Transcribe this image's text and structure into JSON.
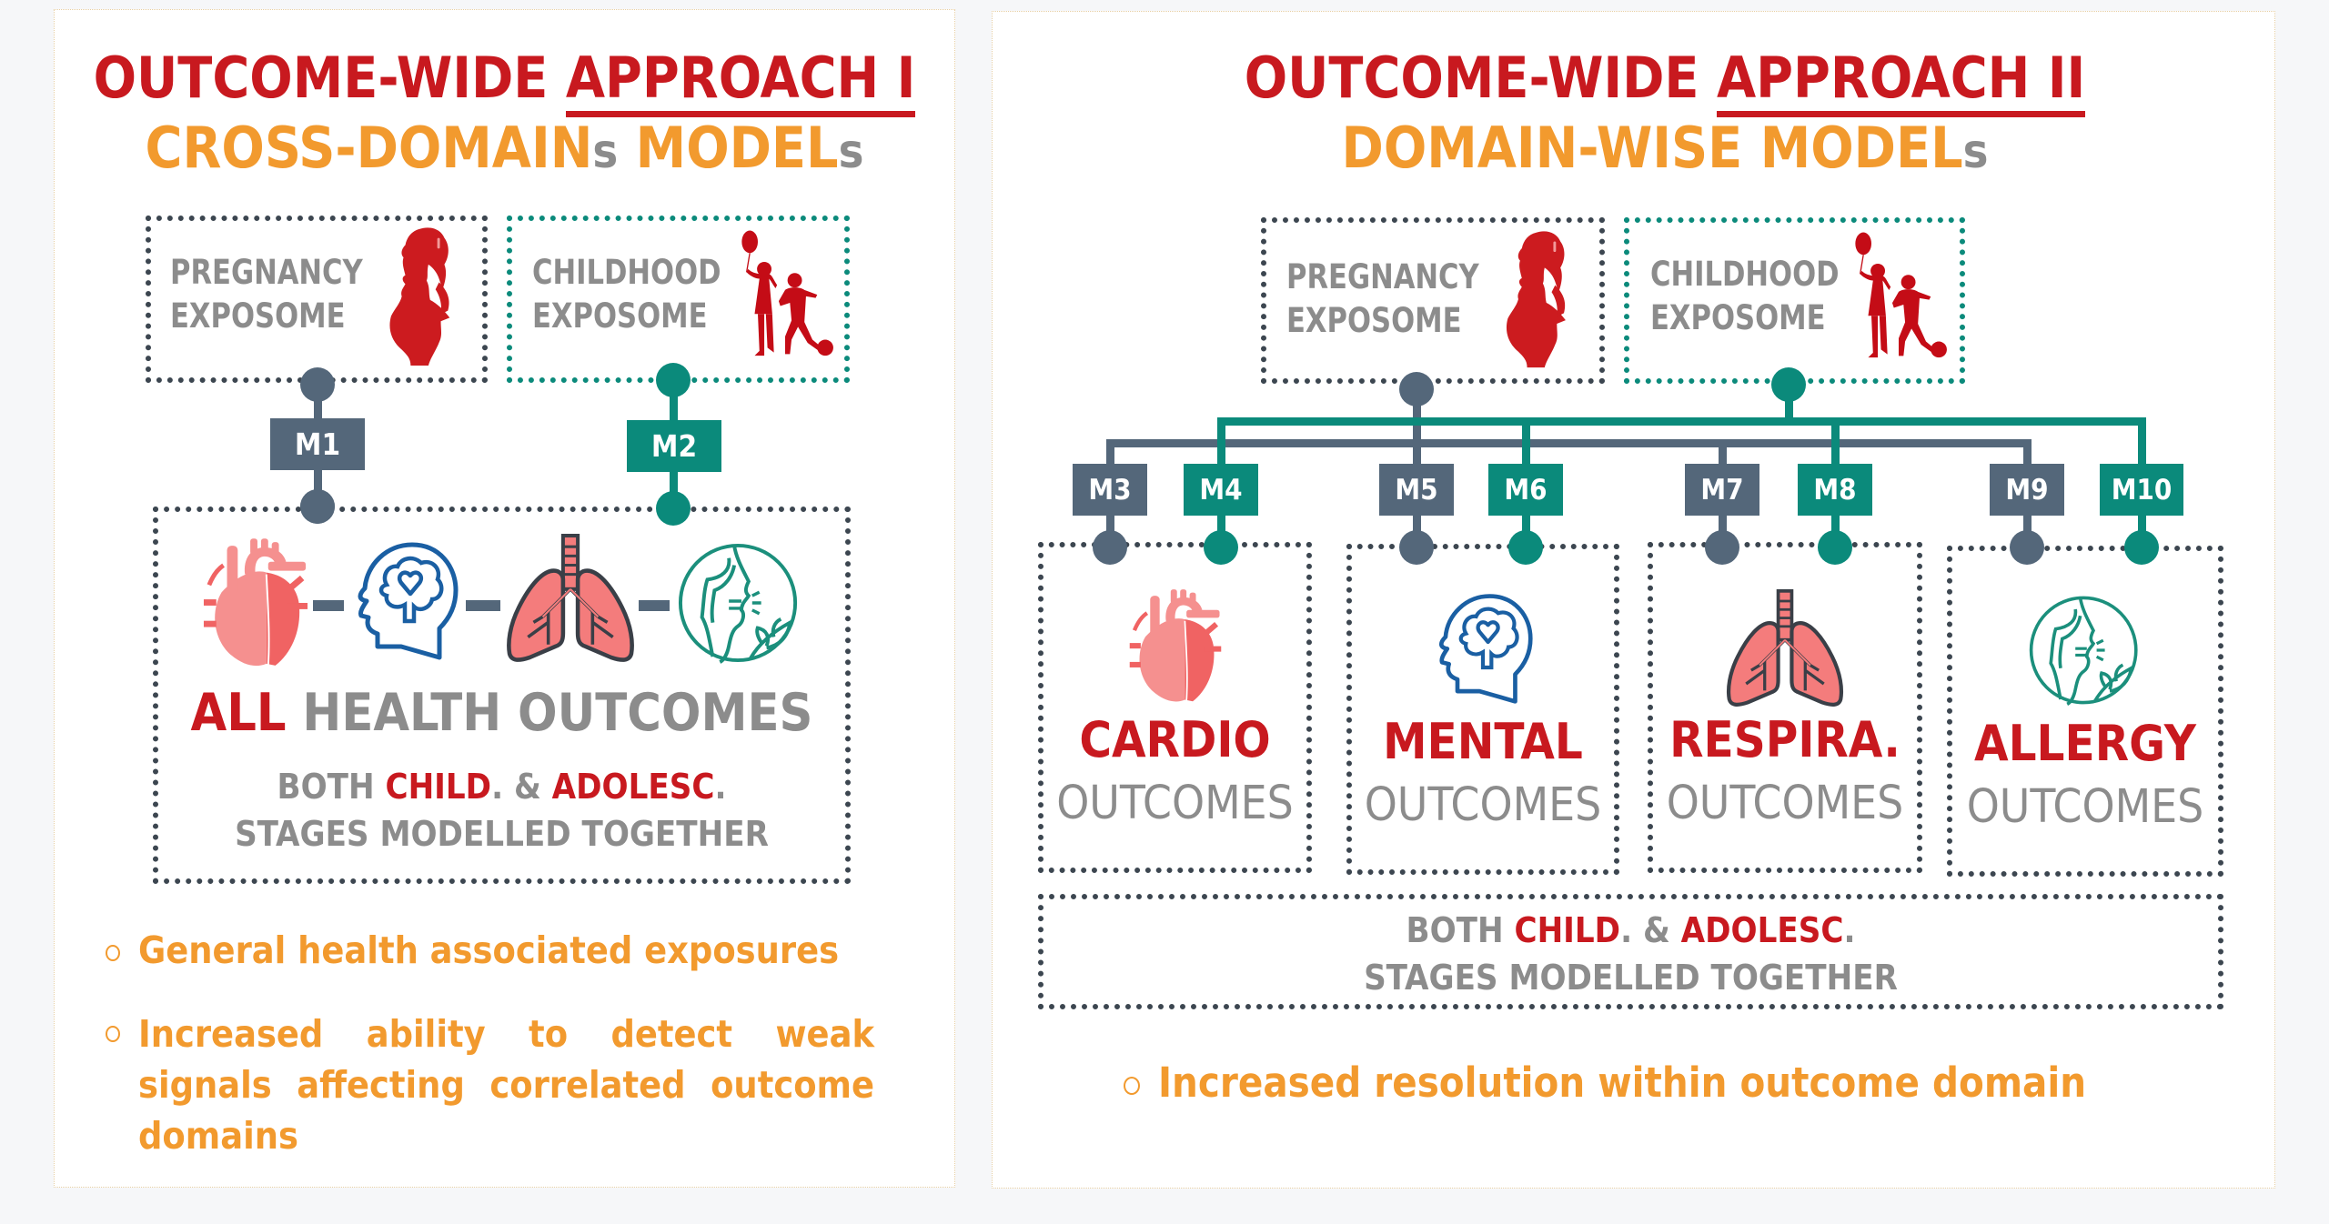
{
  "colors": {
    "title_red": "#c8191f",
    "accent_orange": "#f29a2e",
    "text_gray": "#8c8c8c",
    "pregnancy_slate": "#54677a",
    "childhood_teal": "#0b8a7b",
    "dotted_border": "#3c4650"
  },
  "approach1": {
    "title_prefix": "OUTCOME-WIDE ",
    "title_underlined": "APPROACH I",
    "subtitle_parts": [
      "CROSS-DOMAIN",
      "s",
      " MODEL",
      "s"
    ],
    "exposomes": [
      {
        "line1": "PREGNANCY",
        "line2": "EXPOSOME",
        "icon": "pregnant-woman-icon"
      },
      {
        "line1": "CHILDHOOD",
        "line2": "EXPOSOME",
        "icon": "children-playing-icon"
      }
    ],
    "models": [
      "M1",
      "M2"
    ],
    "icons": [
      "heart-icon",
      "brain-head-icon",
      "lungs-icon",
      "allergy-sneeze-icon"
    ],
    "outcome_label_red": "ALL",
    "outcome_label_gray": " HEALTH OUTCOMES",
    "stages": {
      "both": "BOTH ",
      "child": "CHILD",
      "amp": ". & ",
      "adolesc": "ADOLESC",
      "dot": ".",
      "line2": "STAGES MODELLED TOGETHER"
    },
    "bullets": [
      "General health associated exposures",
      "Increased ability to detect weak signals affecting correlated outcome domains"
    ]
  },
  "approach2": {
    "title_prefix": "OUTCOME-WIDE ",
    "title_underlined": "APPROACH II",
    "subtitle_parts": [
      "DOMAIN-WISE MODEL",
      "s"
    ],
    "exposomes": [
      {
        "line1": "PREGNANCY",
        "line2": "EXPOSOME",
        "icon": "pregnant-woman-icon"
      },
      {
        "line1": "CHILDHOOD",
        "line2": "EXPOSOME",
        "icon": "children-playing-icon"
      }
    ],
    "models": [
      "M3",
      "M4",
      "M5",
      "M6",
      "M7",
      "M8",
      "M9",
      "M10"
    ],
    "domains": [
      {
        "name": "CARDIO",
        "sub": "OUTCOMES",
        "icon": "heart-icon"
      },
      {
        "name": "MENTAL",
        "sub": "OUTCOMES",
        "icon": "brain-head-icon"
      },
      {
        "name": "RESPIRA.",
        "sub": "OUTCOMES",
        "icon": "lungs-icon"
      },
      {
        "name": "ALLERGY",
        "sub": "OUTCOMES",
        "icon": "allergy-sneeze-icon"
      }
    ],
    "stages": {
      "both": "BOTH ",
      "child": "CHILD",
      "amp": ". & ",
      "adolesc": "ADOLESC",
      "dot": ".",
      "line2": "STAGES MODELLED TOGETHER"
    },
    "bullets": [
      "Increased resolution within outcome domain"
    ]
  }
}
